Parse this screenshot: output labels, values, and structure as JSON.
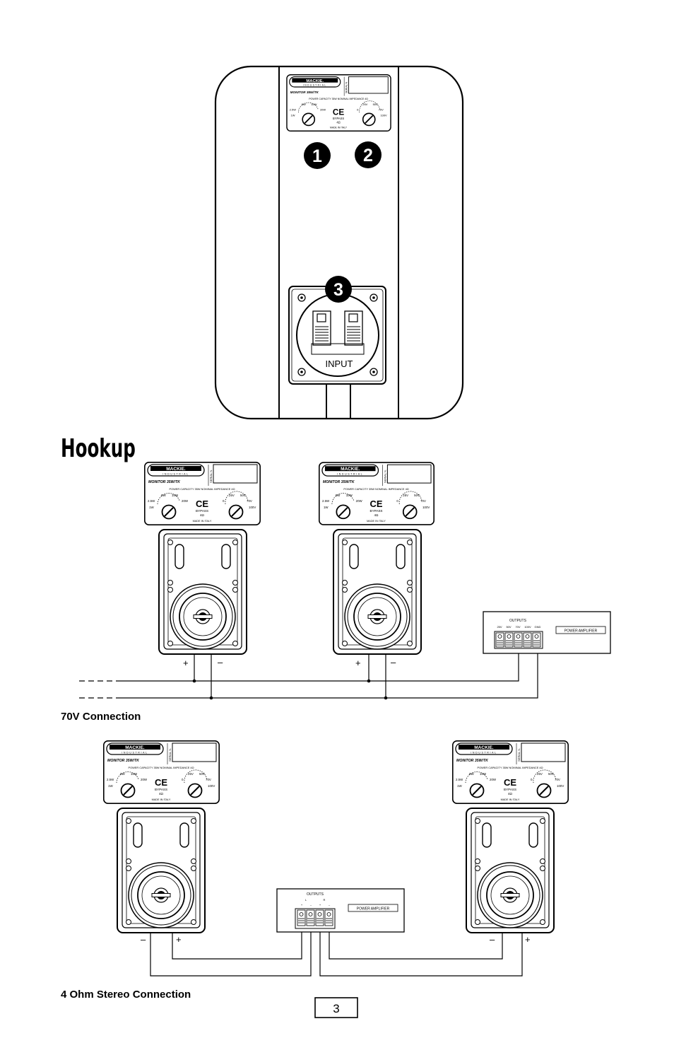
{
  "page_title": "Hookup",
  "page_number": "3",
  "callouts": [
    "1",
    "2",
    "3"
  ],
  "input_label": "INPUT",
  "label_plate": {
    "brand": "MACKIE.",
    "brand_sub": "INDUSTRIAL",
    "model": "MONITOR 35W/TK",
    "serial_label": "SERIAL N.",
    "specs": "POWER CAPACITY 35W   NOMINAL IMPEDANCE 4Ω",
    "left_dial": [
      "5W",
      "10W",
      "2.5W",
      "20W",
      "1W"
    ],
    "right_dial": [
      "25V",
      "50V",
      "0",
      "70V",
      "100V"
    ],
    "ce_mark": "CE",
    "bypass": "BYPASS",
    "bypass_ohm": "4Ω",
    "made_in": "MADE IN ITALY"
  },
  "diagram_70v": {
    "caption": "70V Connection",
    "plus": "+",
    "minus": "–",
    "amp_outputs_label": "OUTPUTS",
    "amp_terminals": [
      "25V",
      "50V",
      "70V",
      "100V",
      "GND"
    ],
    "amp_label": "POWER AMPLIFIER"
  },
  "diagram_4ohm": {
    "caption": "4 Ohm Stereo Connection",
    "plus": "+",
    "minus": "–",
    "amp_outputs_label": "OUTPUTS",
    "amp_channels": [
      "L",
      "R"
    ],
    "amp_polarity": [
      "+",
      "–",
      "+",
      "–"
    ],
    "amp_label": "POWER AMPLIFIER"
  }
}
